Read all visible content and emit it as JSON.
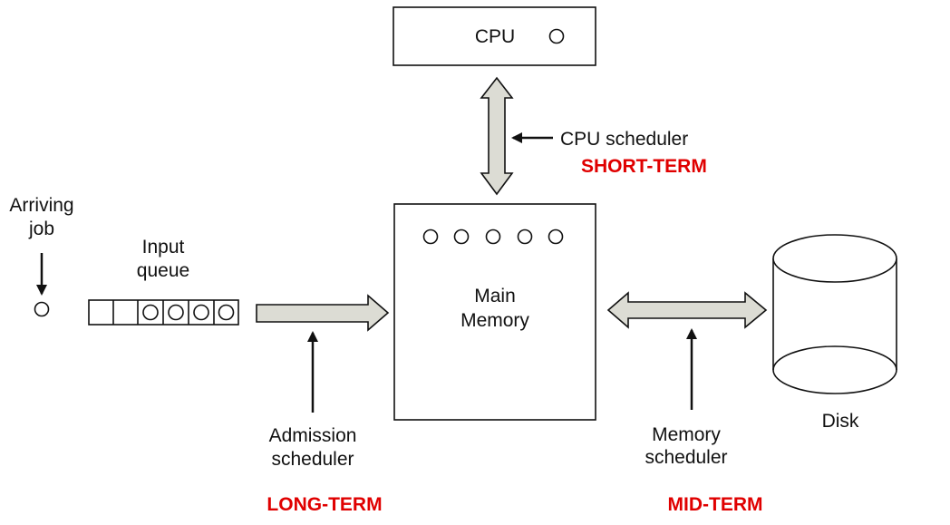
{
  "labels": {
    "cpu": "CPU",
    "cpu_scheduler": "CPU scheduler",
    "short_term": "SHORT-TERM",
    "arriving_line1": "Arriving",
    "arriving_line2": "job",
    "input_line1": "Input",
    "input_line2": "queue",
    "main_line1": "Main",
    "main_line2": "Memory",
    "admission_line1": "Admission",
    "admission_line2": "scheduler",
    "long_term": "LONG-TERM",
    "memory_line1": "Memory",
    "memory_line2": "scheduler",
    "mid_term": "MID-TERM",
    "disk": "Disk"
  },
  "colors": {
    "stroke": "#111111",
    "arrow_fill": "#dcdcd4",
    "emphasis": "#e00000"
  }
}
